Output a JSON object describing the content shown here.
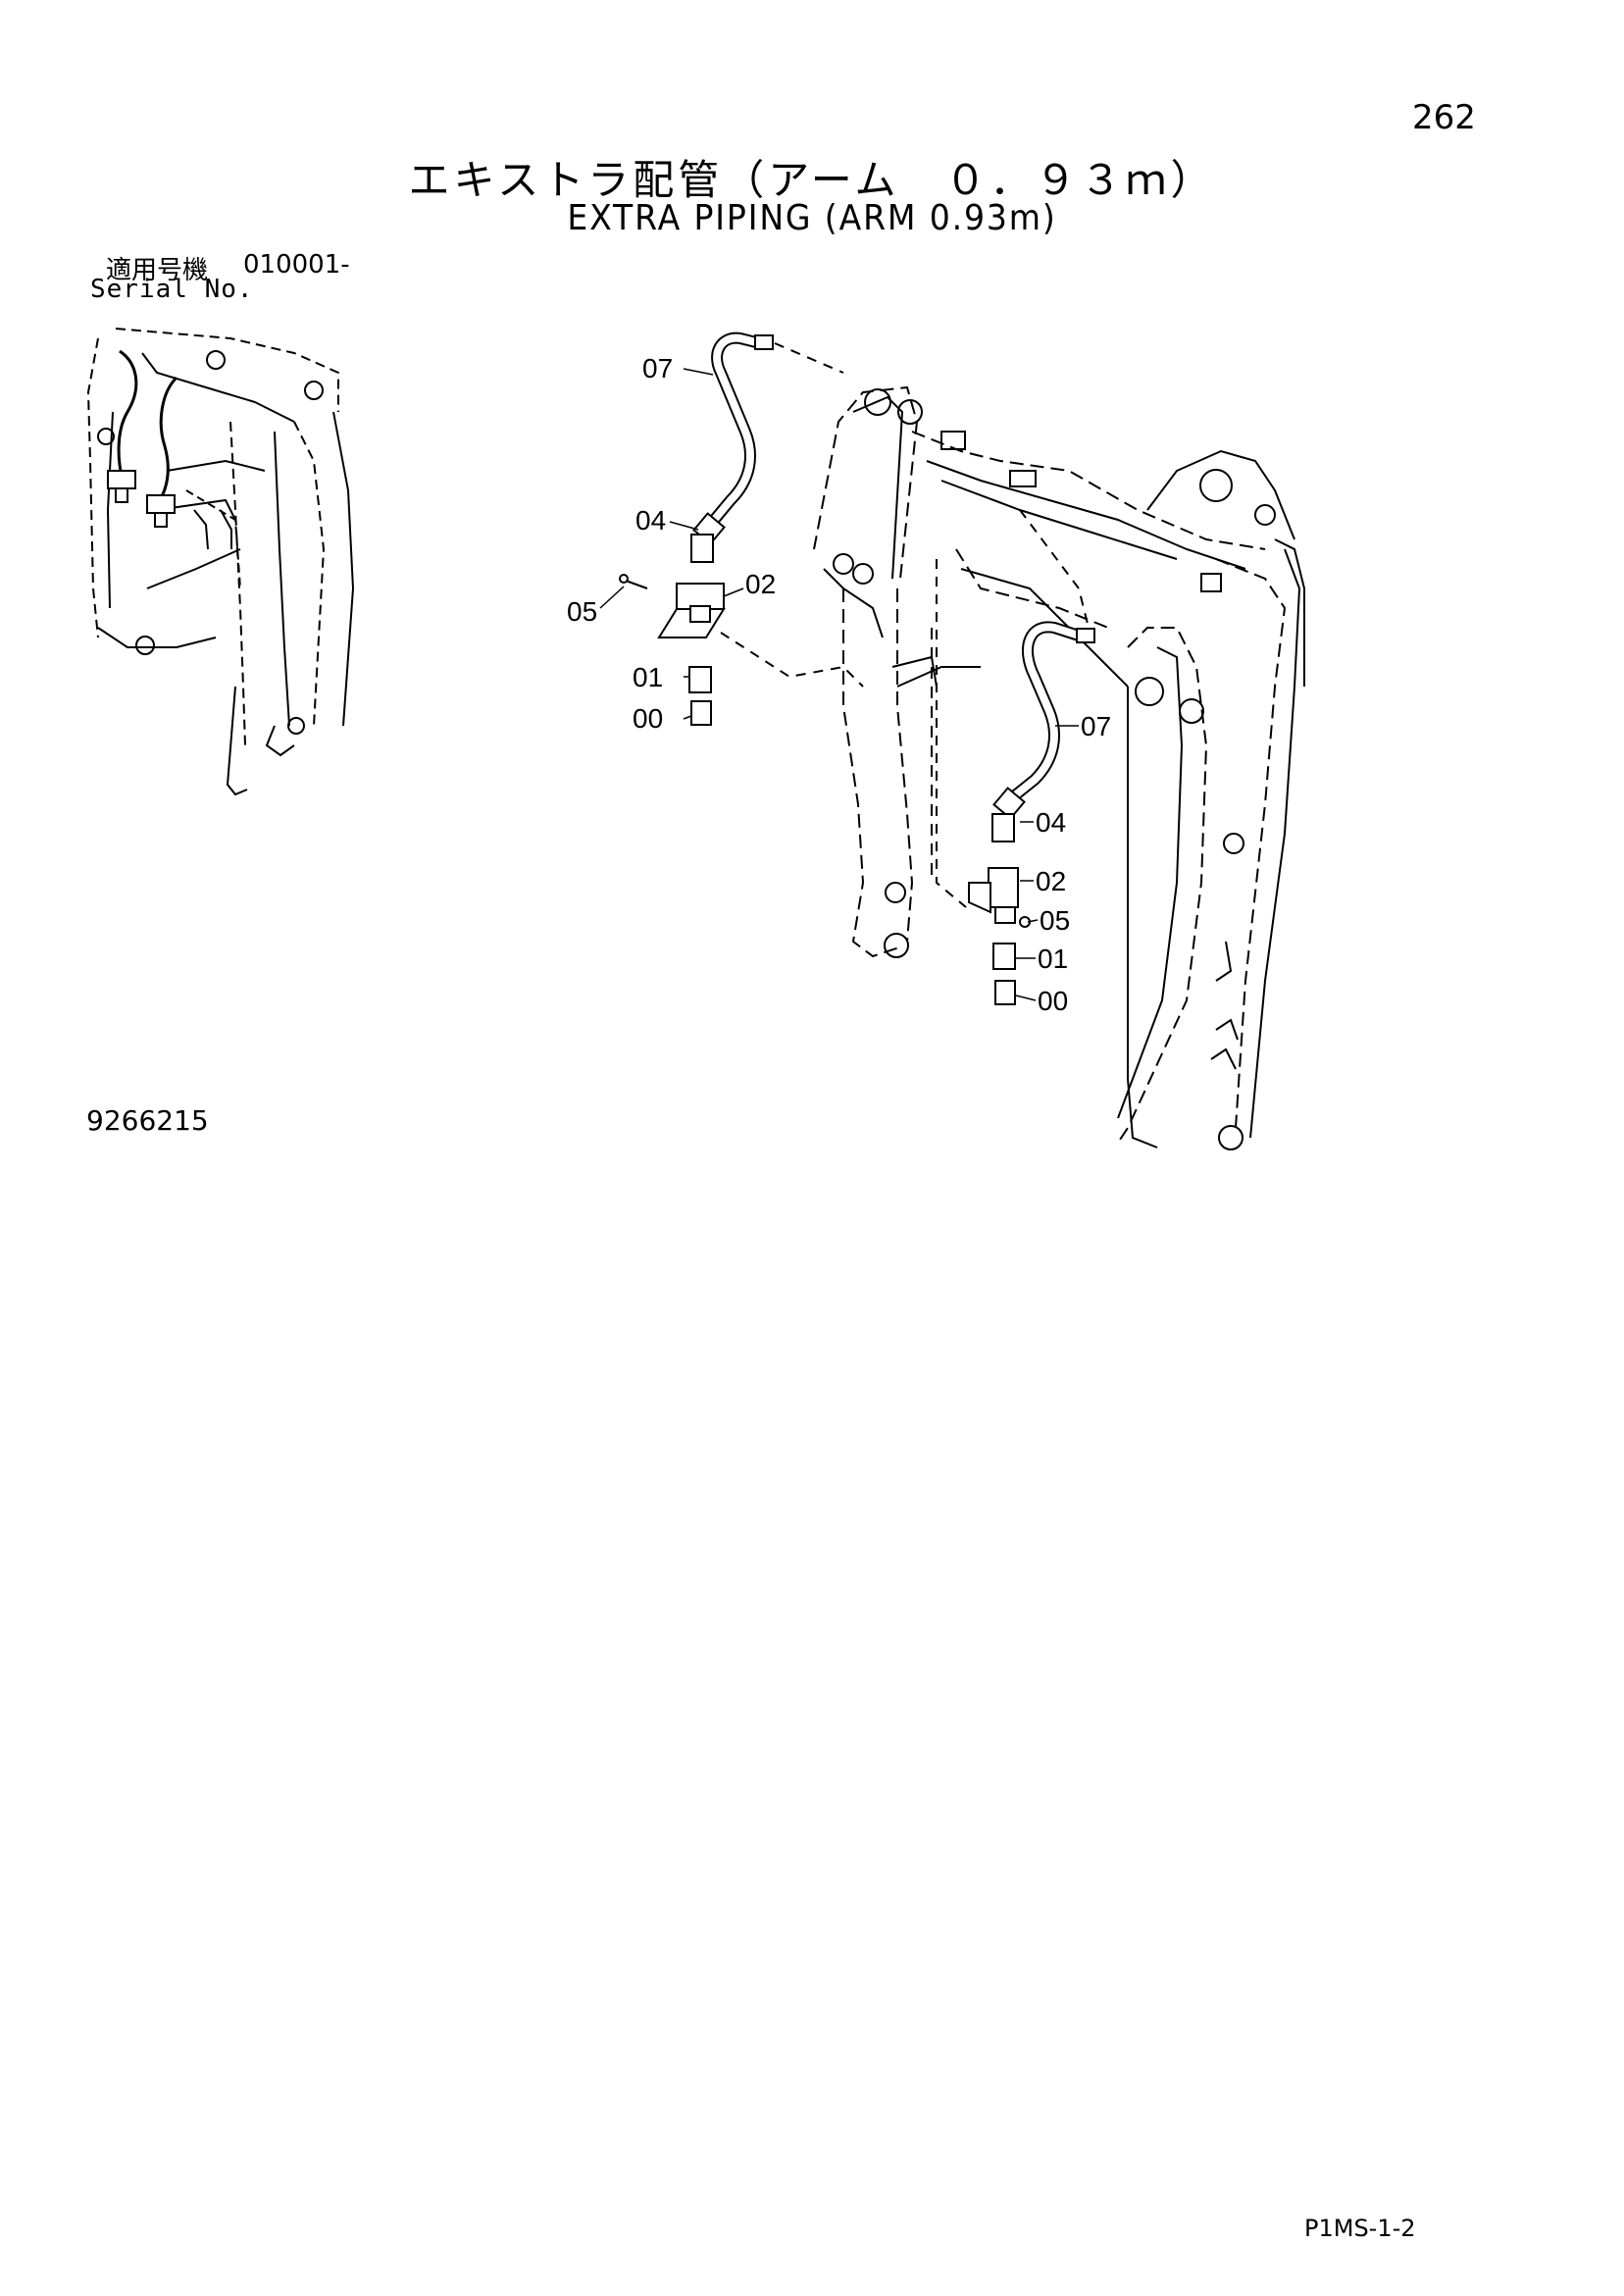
{
  "page_number": "262",
  "title_jp": "エキストラ配管（アーム　０．９３ｍ）",
  "title_en": "EXTRA PIPING (ARM 0.93m)",
  "serial": {
    "label_jp": "適用号機",
    "range": "010001-",
    "label_en": "Serial No."
  },
  "callouts_left": [
    "07",
    "04",
    "02",
    "05",
    "01",
    "00"
  ],
  "callouts_right": [
    "07",
    "04",
    "02",
    "05",
    "01",
    "00"
  ],
  "drawing_number": "9266215",
  "page_code": "P1MS-1-2"
}
